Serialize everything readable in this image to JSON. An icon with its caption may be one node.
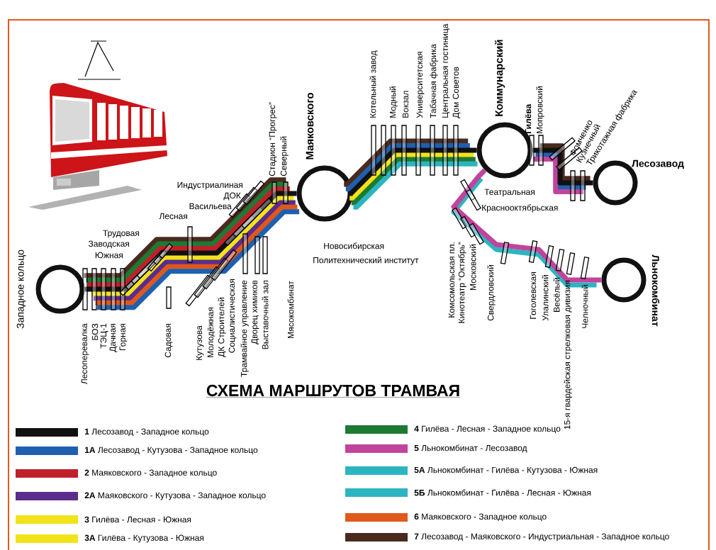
{
  "diagram": {
    "title": "СХЕМА МАРШРУТОВ ТРАМВАЯ",
    "nodes": [
      {
        "text": [
          "Западное кольцо"
        ]
      },
      {
        "text": [
          "Маяковского"
        ]
      },
      {
        "text": [
          "Коммунарский"
        ]
      },
      {
        "text": [
          "Лесозавод"
        ]
      },
      {
        "text": [
          "Льнокомбинат"
        ]
      }
    ],
    "edges": [
      {
        "from": 0,
        "to": 1,
        "arrow": "none"
      },
      {
        "from": 1,
        "to": 2,
        "arrow": "none"
      },
      {
        "from": 2,
        "to": 3,
        "arrow": "none"
      },
      {
        "from": 2,
        "to": 4,
        "arrow": "none",
        "color": "#c0449c"
      }
    ],
    "labels": [
      "Трудовая",
      "Заводская",
      "Южная",
      "Лесная",
      "Индустриалиная",
      "ДОК",
      "Васильева",
      "Стадион “Прогрес”",
      "Северный",
      "Котельный завод",
      "Модный",
      "Вокзал",
      "Университетская",
      "Табачная фабрика",
      "Центральная гостиница",
      "Дом Советов",
      "Гилёва",
      "Мопровский",
      "Фомченко",
      "Кузнечный",
      "Трикотажная фабрика",
      "Новосибирская",
      "Политехнический институт",
      "Театральная",
      "Краснооктябрьская",
      "Лесоперевалка",
      "БОЗ",
      "ТЭЦ-1",
      "Дачная",
      "Горная",
      "Садовая",
      "Кутузова",
      "Молодёжная",
      "ДК Строителей",
      "Социалистическая",
      "Трамвайное управление",
      "Дворец химиков",
      "Выставочный зал",
      "Мясокомбинат",
      "Комсомольская пл.",
      "Кинотеатр “Октябрь”",
      "Московский",
      "Свердловский",
      "Гоголевская",
      "Улалинский",
      "Весёлый",
      "15-я гвардейская стрелковая дивизия",
      "Челночный"
    ],
    "legend": [
      {
        "text": "**1** Лесозавод - Западное кольцо",
        "color": "#111111"
      },
      {
        "text": "**1А** Лесозавод - Кутузова - Западное кольцо",
        "color": "#1f5fb0"
      },
      {
        "text": "**2** Маяковского - Западное кольцо",
        "color": "#c0202a"
      },
      {
        "text": "**2А** Маяковского - Кутузова - Западное кольцо",
        "color": "#5a2d8c"
      },
      {
        "text": "**3** Гилёва - Лесная - Южная",
        "color": "#f2e21a"
      },
      {
        "text": "**3А** Гилёва - Кутузова - Южная",
        "color": "#f2e21a"
      },
      {
        "text": "**4** Гилёва - Лесная - Западное кольцо",
        "color": "#1d7a33"
      },
      {
        "text": "**5** Льнокомбинат - Лесозавод",
        "color": "#c0449c"
      },
      {
        "text": "**5А** Льнокомбинат - Гилёва - Кутузова - Южная",
        "color": "#2bb5c0"
      },
      {
        "text": "**5Б** Льнокомбинат - Гилёва - Лесная - Южная",
        "color": "#2bb5c0"
      },
      {
        "text": "**6** Маяковского - Западное кольцо",
        "color": "#e0581a"
      },
      {
        "text": "**7** Лесозавод - Маяковского - Индустриальная - Западное кольцо",
        "color": "#4a2a1e"
      }
    ]
  }
}
